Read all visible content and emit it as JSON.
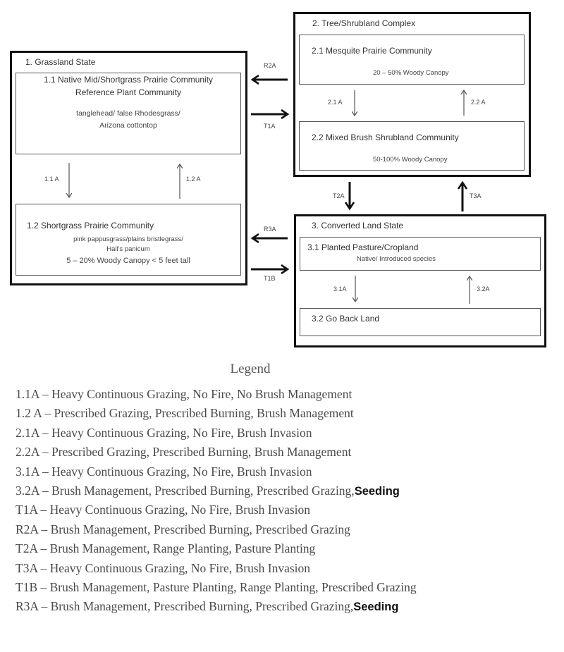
{
  "states": {
    "s1": {
      "title": "1. Grassland State",
      "c11": {
        "title_line1": "1.1 Native Mid/Shortgrass Prairie Community",
        "title_line2": "Reference Plant Community",
        "species_line1": "tanglehead/ false Rhodesgrass/",
        "species_line2": "Arizona cottontop"
      },
      "c12": {
        "title": "1.2 Shortgrass Prairie Community",
        "species_line1": "pink pappusgrass/plains bristlegrass/",
        "species_line2": "Hall's panicum",
        "canopy": "5 – 20% Woody Canopy  < 5 feet tall"
      }
    },
    "s2": {
      "title": "2. Tree/Shrubland Complex",
      "c21": {
        "title": "2.1 Mesquite Prairie Community",
        "canopy": "20 – 50% Woody Canopy"
      },
      "c22": {
        "title": "2.2 Mixed Brush Shrubland Community",
        "canopy": "50-100% Woody Canopy"
      }
    },
    "s3": {
      "title": "3. Converted Land State",
      "c31": {
        "title": "3.1  Planted Pasture/Cropland",
        "species": "Native/  Introduced species"
      },
      "c32": {
        "title": "3.2  Go Back Land"
      }
    }
  },
  "transitions": {
    "t11a": "1.1 A",
    "t12a": "1.2 A",
    "t21a": "2.1 A",
    "t22a": "2.2 A",
    "t31a": "3.1A",
    "t32a": "3.2A",
    "r2a": "R2A",
    "t1a": "T1A",
    "r3a": "R3A",
    "t1b": "T1B",
    "t2a": "T2A",
    "t3a": "T3A"
  },
  "legend": {
    "title": "Legend",
    "items": [
      {
        "code": "1.1A",
        "text": "Heavy Continuous Grazing, No Fire, No Brush Management",
        "extra": ""
      },
      {
        "code": "1.2 A",
        "text": "Prescribed Grazing, Prescribed Burning, Brush Management",
        "extra": ""
      },
      {
        "code": "2.1A",
        "text": "Heavy Continuous Grazing, No Fire, Brush Invasion",
        "extra": ""
      },
      {
        "code": "2.2A",
        "text": "Prescribed Grazing, Prescribed Burning, Brush Management",
        "extra": ""
      },
      {
        "code": "3.1A",
        "text": "Heavy Continuous Grazing, No Fire, Brush Invasion",
        "extra": ""
      },
      {
        "code": "3.2A",
        "text": "Brush Management, Prescribed Burning, Prescribed Grazing,",
        "extra": "Seeding"
      },
      {
        "code": "T1A",
        "text": "Heavy Continuous Grazing, No Fire, Brush Invasion",
        "extra": ""
      },
      {
        "code": "R2A",
        "text": "Brush Management, Prescribed Burning, Prescribed Grazing",
        "extra": ""
      },
      {
        "code": "T2A",
        "text": "Brush Management, Range Planting, Pasture Planting",
        "extra": ""
      },
      {
        "code": "T3A",
        "text": "Heavy Continuous Grazing, No Fire, Brush Invasion",
        "extra": ""
      },
      {
        "code": "T1B",
        "text": "Brush Management, Pasture Planting, Range Planting, Prescribed Grazing",
        "extra": ""
      },
      {
        "code": "R3A",
        "text": "Brush Management, Prescribed Burning, Prescribed Grazing,",
        "extra": "Seeding"
      }
    ],
    "separator": " – "
  }
}
